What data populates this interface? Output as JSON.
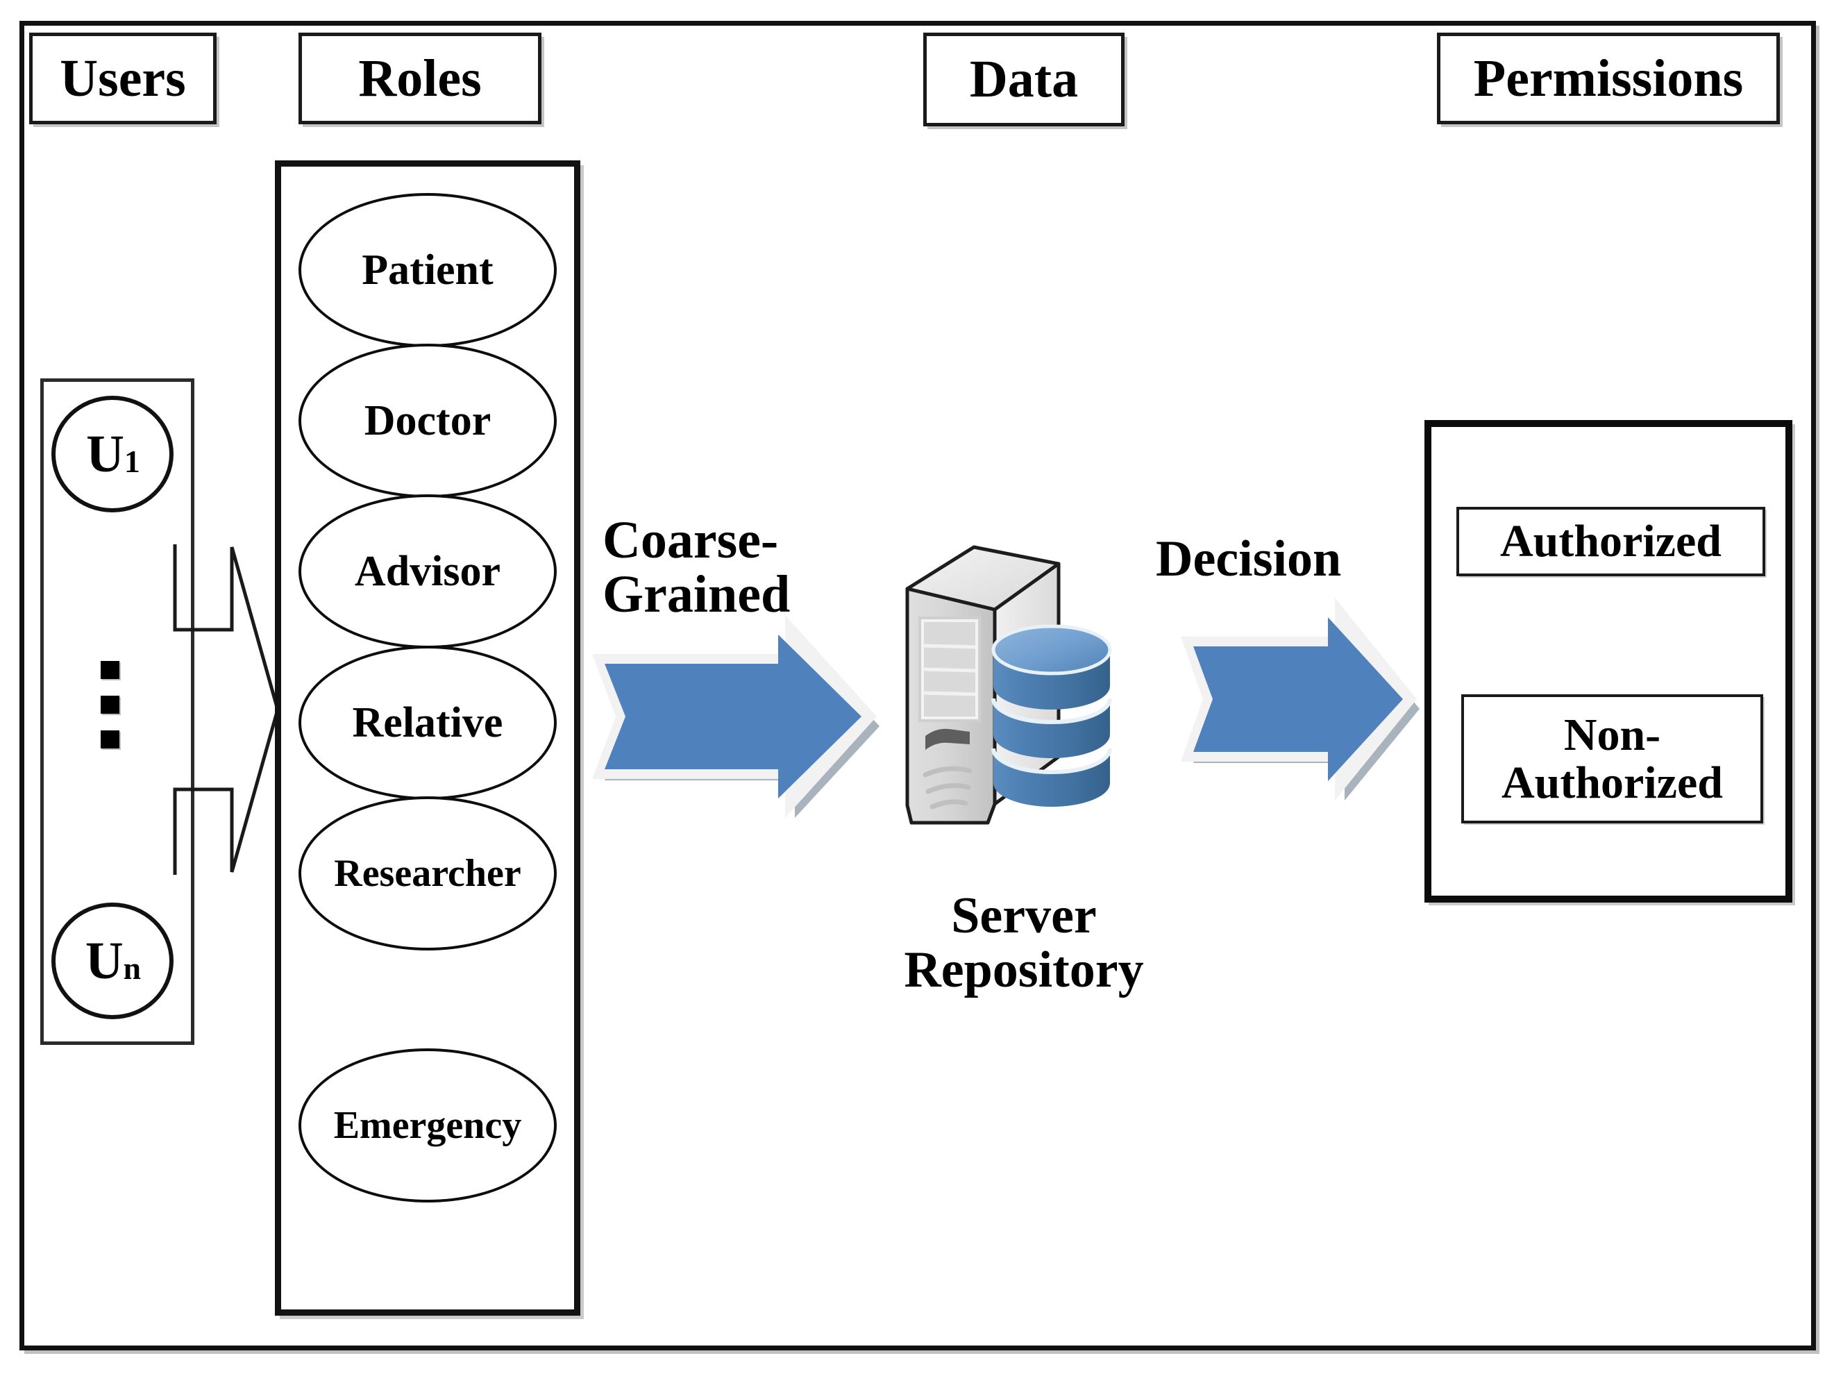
{
  "diagram": {
    "title_columns": {
      "users": "Users",
      "roles": "Roles",
      "data": "Data",
      "permissions": "Permissions"
    },
    "users": {
      "first": "U",
      "first_sub": "1",
      "last": "U",
      "last_sub": "n",
      "ellipsis": "vertical-ellipsis"
    },
    "roles": [
      "Patient",
      "Doctor",
      "Advisor",
      "Relative",
      "Researcher",
      "Emergency"
    ],
    "flow": {
      "users_to_roles_arrow": "hollow-arrow-right",
      "coarse_label": "Coarse-\nGrained",
      "decision_label": "Decision"
    },
    "server": {
      "label": "Server\nRepository",
      "icon": "server-tower-with-database"
    },
    "permissions": [
      "Authorized",
      "Non-\nAuthorized"
    ],
    "colors": {
      "arrow_blue": "#4F81BD",
      "arrow_blue_dark": "#3E6DA3",
      "arrow_outline": "#F1F1F1",
      "arrow_shadow": "#9AA6B2",
      "db_blue_light": "#7BA7D4",
      "db_blue": "#4E81B5",
      "db_blue_dark": "#39628F",
      "server_gray_light": "#E8E8E8",
      "server_gray": "#D2D2D2",
      "server_gray_dark": "#B5B5B5",
      "frame_black": "#111111"
    }
  }
}
